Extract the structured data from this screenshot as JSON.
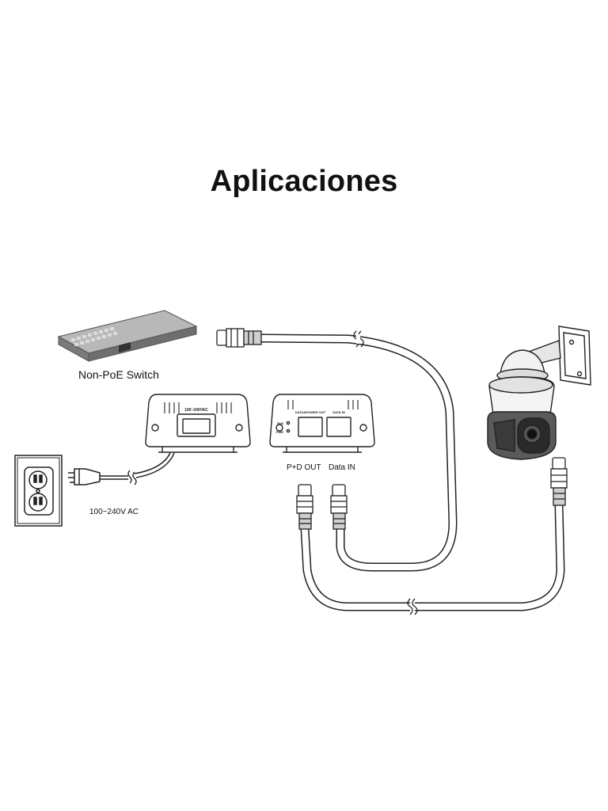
{
  "title": "Aplicaciones",
  "labels": {
    "switch": "Non-PoE Switch",
    "ac_input": "100~240V AC",
    "port_out": "P+D OUT",
    "port_in": "Data IN"
  },
  "injector": {
    "ac_panel_label": "100~240VAC",
    "out_port_label": "DATA&POWER OUT",
    "in_port_label": "DATA IN",
    "led_poe": "PoE",
    "led_pwr": "PWR"
  },
  "colors": {
    "line": "#222222",
    "cable_fill": "#ffffff",
    "switch_body": "#8c8c8c"
  }
}
